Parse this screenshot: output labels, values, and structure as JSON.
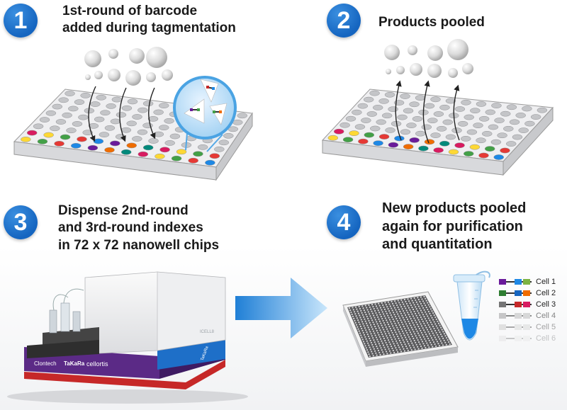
{
  "steps": [
    {
      "number": "1",
      "lines": [
        "1st-round of barcode",
        "added during tagmentation"
      ]
    },
    {
      "number": "2",
      "lines": [
        "Products pooled"
      ]
    },
    {
      "number": "3",
      "lines": [
        "Dispense 2nd-round",
        "and 3rd-round indexes",
        "in 72 x 72 nanowell chips"
      ]
    },
    {
      "number": "4",
      "lines": [
        "New products pooled",
        "again for purification",
        "and quantitation"
      ]
    }
  ],
  "instrument": {
    "brand_label": "Clontech",
    "brand_label_2": "TaKaRa",
    "product_label": "cellortis",
    "side_badge": "TaKaRa",
    "panel_badge": "ICELL8"
  },
  "legend": [
    {
      "label": "Cell 1",
      "colors": [
        "#6a1b9a",
        "#1e88e5",
        "#7cb342"
      ],
      "opacity": 1
    },
    {
      "label": "Cell 2",
      "colors": [
        "#2e7d32",
        "#1565c0",
        "#ef6c00"
      ],
      "opacity": 1
    },
    {
      "label": "Cell 3",
      "colors": [
        "#757575",
        "#c62828",
        "#d81b60"
      ],
      "opacity": 1
    },
    {
      "label": "Cell 4",
      "colors": [
        "#9e9e9e",
        "#bdbdbd",
        "#bdbdbd"
      ],
      "opacity": 0.55
    },
    {
      "label": "Cell 5",
      "colors": [
        "#bdbdbd",
        "#cfcfcf",
        "#cfcfcf"
      ],
      "opacity": 0.4
    },
    {
      "label": "Cell 6",
      "colors": [
        "#d0d0d0",
        "#dddddd",
        "#dddddd"
      ],
      "opacity": 0.25
    }
  ],
  "colors": {
    "badge": "#1e6fc8",
    "plate": "#e9eaec",
    "arrow": "#4aa8ee",
    "instrument_purple": "#5b2a86",
    "instrument_blue": "#1e6fc8",
    "instrument_red": "#c62828"
  }
}
